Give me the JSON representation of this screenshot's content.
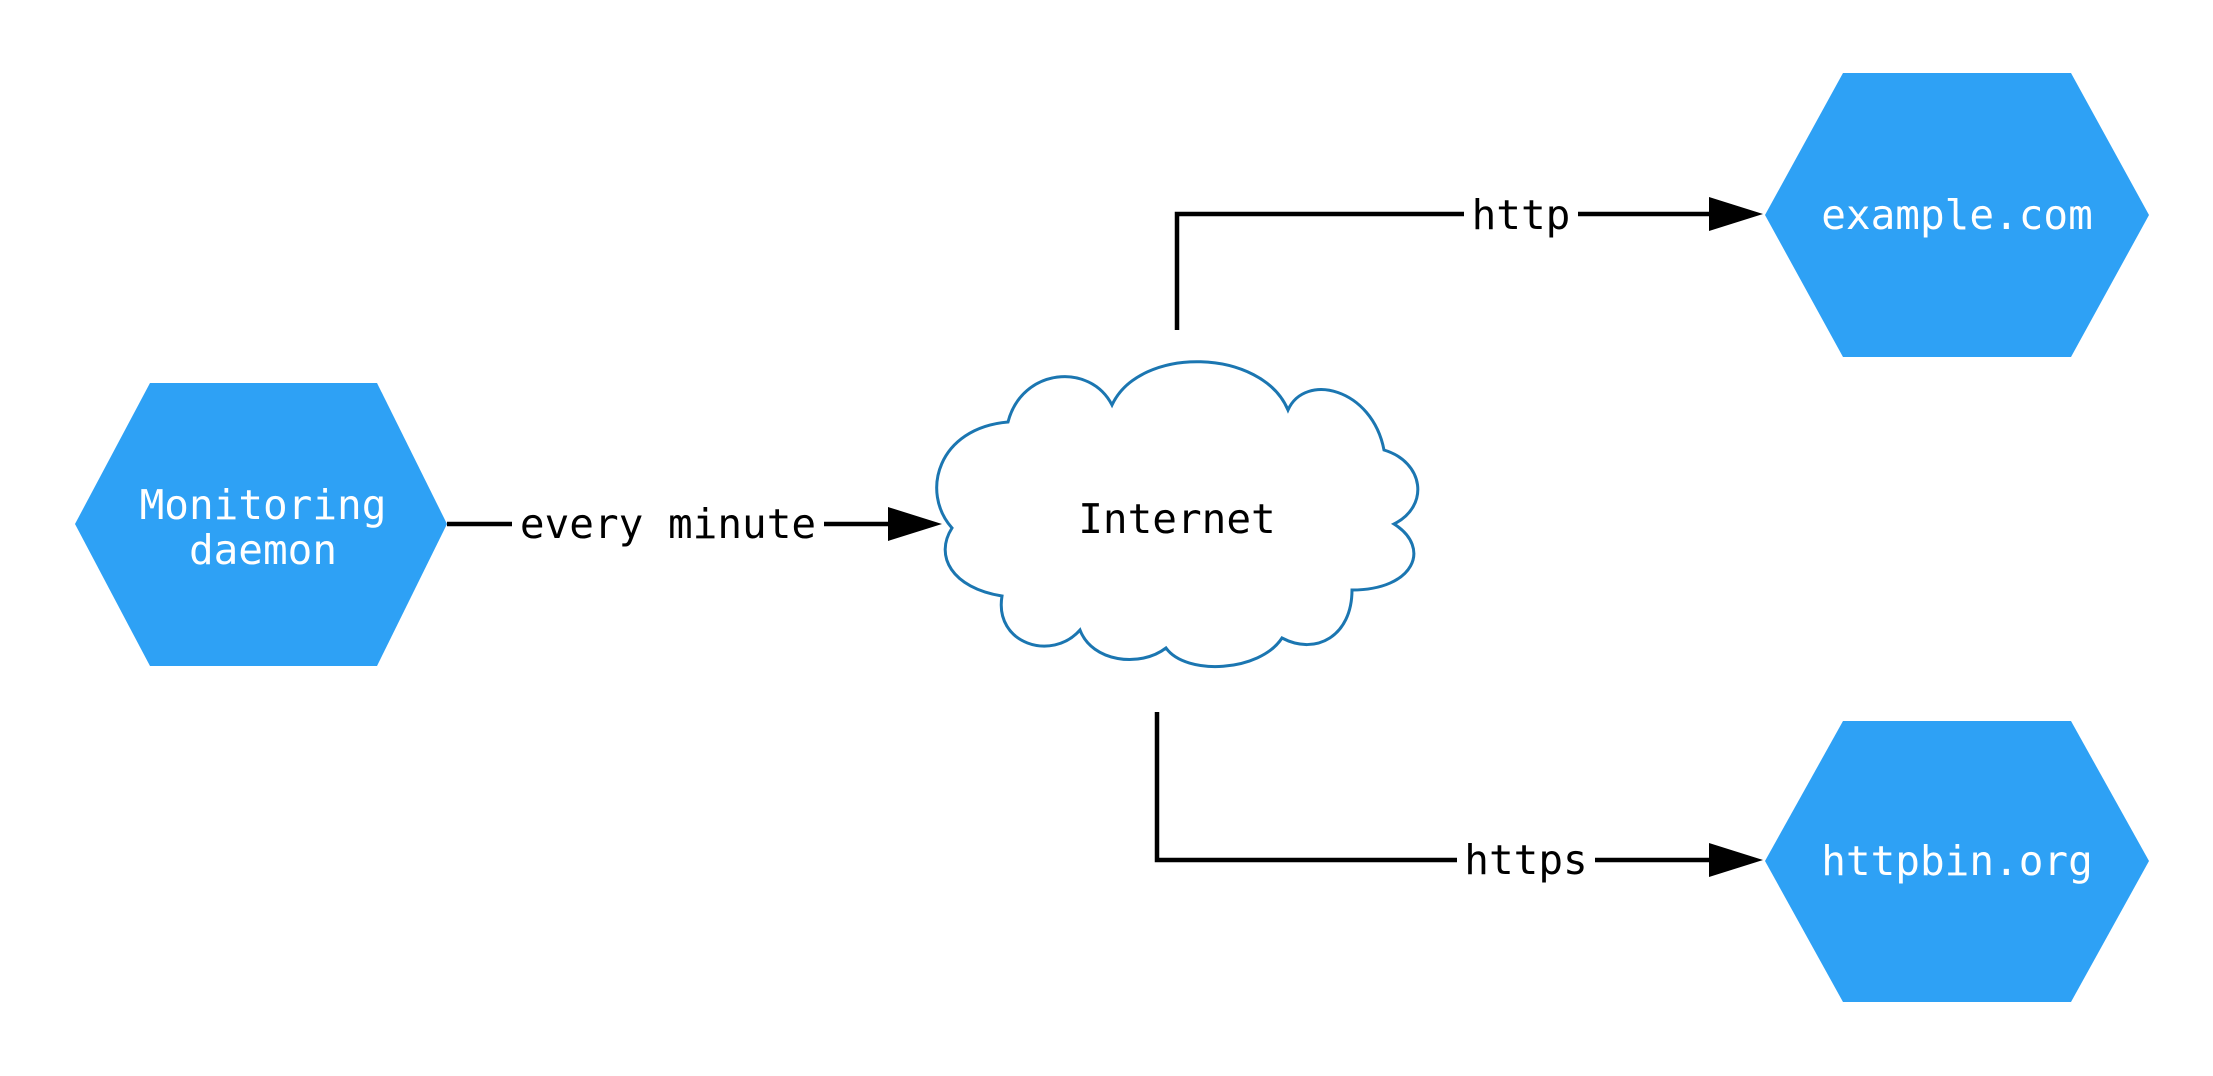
{
  "diagram": {
    "type": "network-monitoring-flow",
    "nodes": [
      {
        "id": "monitoring-daemon",
        "shape": "hexagon",
        "label": "Monitoring daemon",
        "label_lines": [
          "Monitoring",
          "daemon"
        ]
      },
      {
        "id": "internet",
        "shape": "cloud",
        "label": "Internet"
      },
      {
        "id": "example-com",
        "shape": "hexagon",
        "label": "example.com"
      },
      {
        "id": "httpbin-org",
        "shape": "hexagon",
        "label": "httpbin.org"
      }
    ],
    "edges": [
      {
        "from": "monitoring-daemon",
        "to": "internet",
        "label": "every minute"
      },
      {
        "from": "internet",
        "to": "example-com",
        "label": "http"
      },
      {
        "from": "internet",
        "to": "httpbin-org",
        "label": "https"
      }
    ],
    "colors": {
      "node_fill": "#2EA1F5",
      "node_text": "#FFFFFF",
      "cloud_stroke": "#1B76B1",
      "cloud_fill": "#FFFFFF",
      "edge": "#000000",
      "edge_label_text": "#000000",
      "background": "#FFFFFF"
    }
  }
}
